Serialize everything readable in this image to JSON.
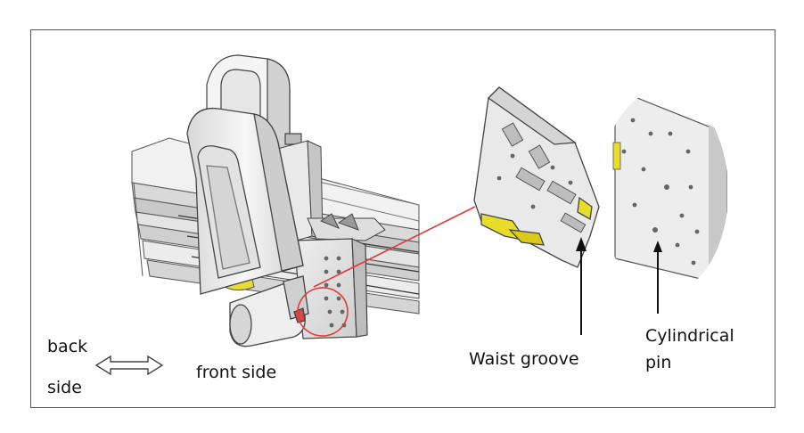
{
  "labels": {
    "back": "back",
    "side": "side",
    "front_side": "front side",
    "waist_groove": "Waist groove",
    "cylindrical": "Cylindrical",
    "pin": "pin"
  },
  "colors": {
    "callout_line": "#e23b3b",
    "accent_part": "#e8dc2a",
    "body_fill": "#f3f3f3",
    "outline": "#444444",
    "frame_border": "#555555"
  },
  "icons": {
    "direction_arrow": "double-headed-arrow"
  }
}
